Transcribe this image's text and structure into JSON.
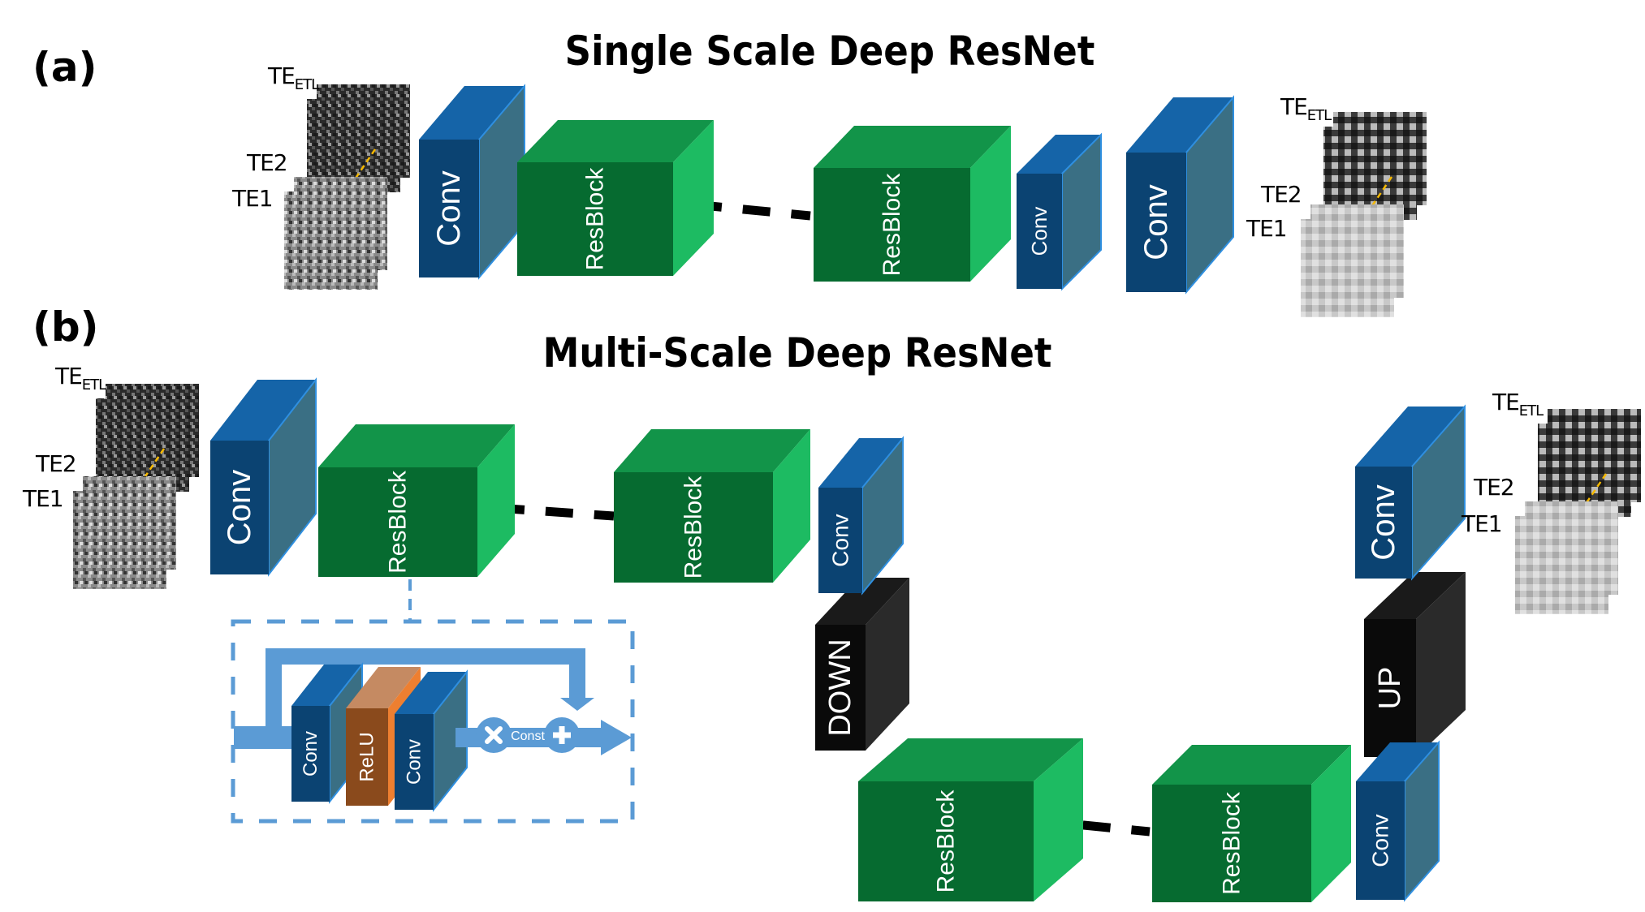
{
  "figure": {
    "panel_a": {
      "label": "(a)",
      "title": "Single Scale Deep ResNet",
      "input_labels": {
        "te_main": "TE",
        "te_sub": "ETL",
        "te2": "TE2",
        "te1": "TE1"
      },
      "output_labels": {
        "te_main": "TE",
        "te_sub": "ETL",
        "te2": "TE2",
        "te1": "TE1"
      },
      "blocks": [
        {
          "id": "a-conv-in",
          "type": "conv",
          "label": "Conv"
        },
        {
          "id": "a-resblock-1",
          "type": "resblock",
          "label": "ResBlock"
        },
        {
          "id": "a-resblock-2",
          "type": "resblock",
          "label": "ResBlock"
        },
        {
          "id": "a-conv-mid",
          "type": "conv",
          "label": "Conv"
        },
        {
          "id": "a-conv-out",
          "type": "conv",
          "label": "Conv"
        }
      ]
    },
    "panel_b": {
      "label": "(b)",
      "title": "Multi-Scale Deep ResNet",
      "input_labels": {
        "te_main": "TE",
        "te_sub": "ETL",
        "te2": "TE2",
        "te1": "TE1"
      },
      "output_labels": {
        "te_main": "TE",
        "te_sub": "ETL",
        "te2": "TE2",
        "te1": "TE1"
      },
      "blocks": [
        {
          "id": "b-conv-in",
          "type": "conv",
          "label": "Conv"
        },
        {
          "id": "b-resblock-1",
          "type": "resblock",
          "label": "ResBlock"
        },
        {
          "id": "b-resblock-2",
          "type": "resblock",
          "label": "ResBlock"
        },
        {
          "id": "b-conv-2",
          "type": "conv",
          "label": "Conv"
        },
        {
          "id": "b-down",
          "type": "sampler",
          "label": "DOWN"
        },
        {
          "id": "b-resblock-3",
          "type": "resblock",
          "label": "ResBlock"
        },
        {
          "id": "b-resblock-4",
          "type": "resblock",
          "label": "ResBlock"
        },
        {
          "id": "b-conv-3",
          "type": "conv",
          "label": "Conv"
        },
        {
          "id": "b-up",
          "type": "sampler",
          "label": "UP"
        },
        {
          "id": "b-conv-out",
          "type": "conv",
          "label": "Conv"
        }
      ],
      "resblock_detail": {
        "layers": [
          {
            "type": "conv",
            "label": "Conv"
          },
          {
            "type": "relu",
            "label": "ReLU"
          },
          {
            "type": "conv",
            "label": "Conv"
          }
        ],
        "multiply_label": "Const",
        "multiply_icon": "multiply-icon",
        "add_icon": "plus-icon"
      }
    },
    "colors": {
      "conv_front": "#0b4372",
      "conv_top": "#1564a8",
      "conv_side": "#3a6f84",
      "conv_edge": "#2f8fe0",
      "res_front": "#066b30",
      "res_top": "#129449",
      "res_side": "#1dbb62",
      "sampler_front": "#0a0a0a",
      "sampler_top": "#1a1a1a",
      "sampler_side": "#2a2a2a",
      "relu_front": "#8a4a1c",
      "relu_top": "#c58a62",
      "relu_side": "#ee7f30",
      "flow": "#5b9bd5",
      "annotation_line": "#f5b800"
    }
  }
}
